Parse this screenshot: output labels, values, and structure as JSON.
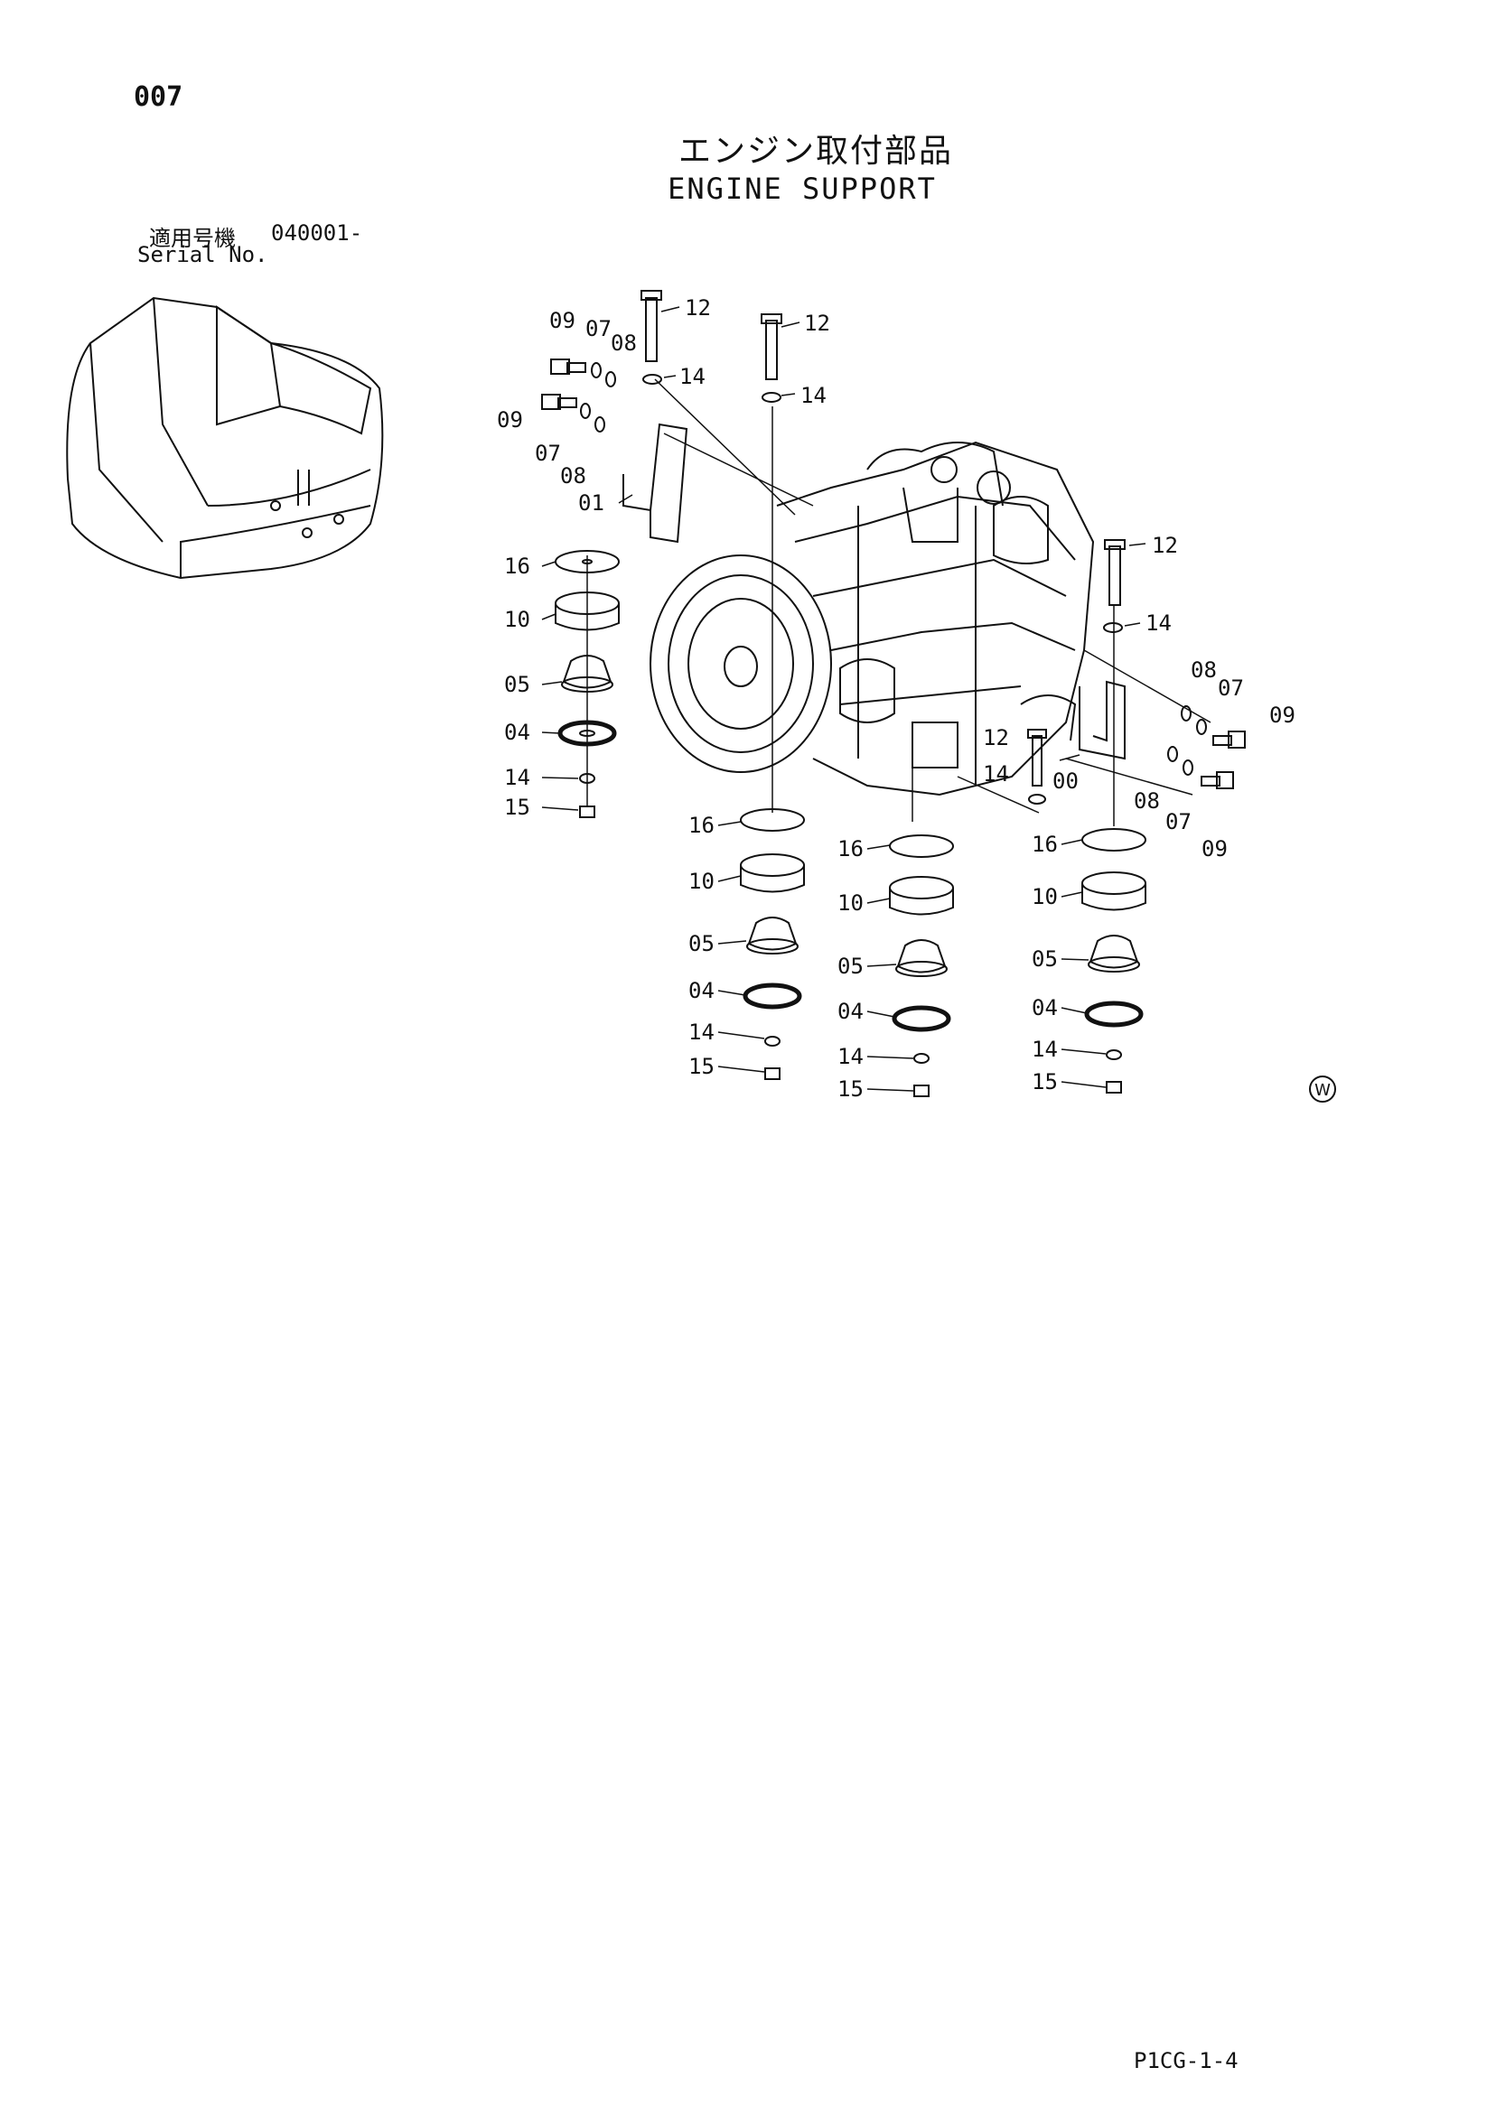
{
  "header": {
    "page_number": "007",
    "title_ja": "エンジン取付部品",
    "title_en": "ENGINE SUPPORT"
  },
  "serial": {
    "label_ja": "適用号機",
    "value": "040001-",
    "label_en": "Serial No."
  },
  "callouts": {
    "left_group": [
      "09",
      "07",
      "08",
      "09",
      "07",
      "08",
      "01",
      "12",
      "14",
      "12",
      "14"
    ],
    "left_stack": [
      "16",
      "10",
      "05",
      "04",
      "14",
      "15"
    ],
    "right_group": [
      "12",
      "14",
      "08",
      "07",
      "09",
      "00",
      "12",
      "14",
      "08",
      "07",
      "09"
    ],
    "stack_a": [
      "16",
      "10",
      "05",
      "04",
      "14",
      "15"
    ],
    "stack_b": [
      "16",
      "10",
      "05",
      "04",
      "14",
      "15"
    ],
    "stack_c": [
      "16",
      "10",
      "05",
      "04",
      "14",
      "15"
    ]
  },
  "mark": "W",
  "footer": {
    "code": "P1CG-1-4"
  }
}
